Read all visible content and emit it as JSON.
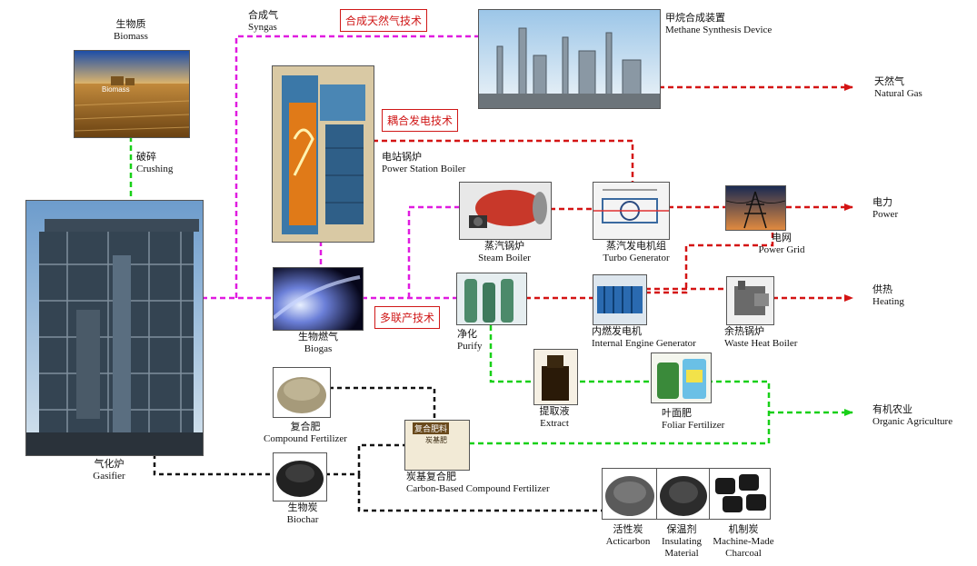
{
  "colors": {
    "magenta": "#e01be0",
    "red": "#d41414",
    "green": "#18d018",
    "black": "#111111"
  },
  "nodes": {
    "biomass": {
      "zh": "生物质",
      "en": "Biomass",
      "inner_label": "Biomass"
    },
    "crushing": {
      "zh": "破碎",
      "en": "Crushing"
    },
    "gasifier": {
      "zh": "气化炉",
      "en": "Gasifier"
    },
    "syngas": {
      "zh": "合成气",
      "en": "Syngas"
    },
    "methane_device": {
      "zh": "甲烷合成装置",
      "en": "Methane Synthesis Device"
    },
    "natural_gas": {
      "zh": "天然气",
      "en": "Natural Gas"
    },
    "power_station_boiler": {
      "zh": "电站锅炉",
      "en": "Power Station Boiler"
    },
    "steam_boiler": {
      "zh": "蒸汽锅炉",
      "en": "Steam Boiler"
    },
    "turbo_generator": {
      "zh": "蒸汽发电机组",
      "en": "Turbo Generator"
    },
    "power_grid": {
      "zh": "电网",
      "en": "Power Grid"
    },
    "power": {
      "zh": "电力",
      "en": "Power"
    },
    "biogas": {
      "zh": "生物燃气",
      "en": "Biogas"
    },
    "purify": {
      "zh": "净化",
      "en": "Purify"
    },
    "internal_engine": {
      "zh": "内燃发电机",
      "en": "Internal Engine Generator"
    },
    "waste_heat_boiler": {
      "zh": "余热锅炉",
      "en": "Waste Heat Boiler"
    },
    "heating": {
      "zh": "供热",
      "en": "Heating"
    },
    "extract": {
      "zh": "提取液",
      "en": "Extract"
    },
    "foliar_fertilizer": {
      "zh": "叶面肥",
      "en": "Foliar Fertilizer"
    },
    "organic_agriculture": {
      "zh": "有机农业",
      "en": "Organic Agriculture"
    },
    "compound_fertilizer": {
      "zh": "复合肥",
      "en": "Compound Fertilizer"
    },
    "carbon_based_fertilizer": {
      "zh": "炭基复合肥",
      "en": "Carbon-Based Compound Fertilizer",
      "bag_text_1": "复合肥料",
      "bag_text_2": "炭基肥"
    },
    "biochar": {
      "zh": "生物炭",
      "en": "Biochar"
    },
    "acticarbon": {
      "zh": "活性炭",
      "en": "Acticarbon"
    },
    "insulating_material": {
      "zh": "保温剂",
      "en": "Insulating",
      "en2": "Material"
    },
    "machine_made_charcoal": {
      "zh": "机制炭",
      "en": "Machine-Made",
      "en2": "Charcoal"
    }
  },
  "technologies": {
    "syngas_tech": "合成天然气技术",
    "cogeneration_tech": "耦合发电技术",
    "polygeneration_tech": "多联产技术"
  }
}
